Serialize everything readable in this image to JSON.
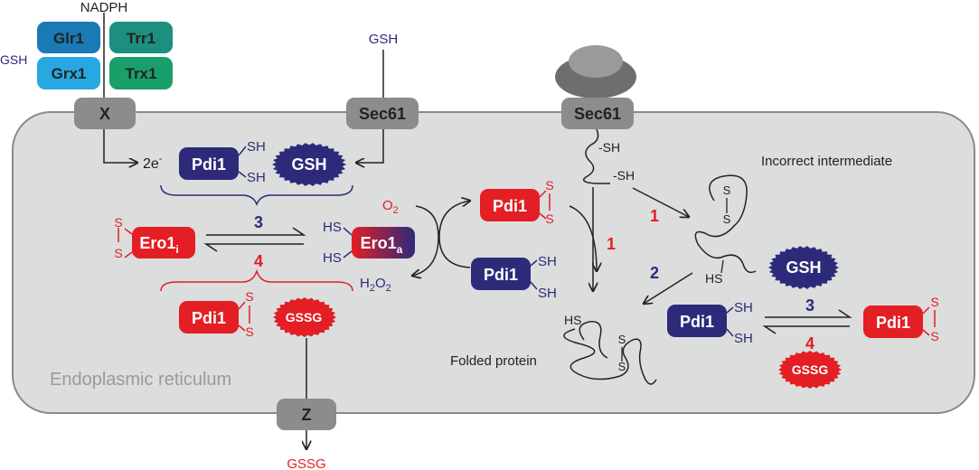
{
  "colors": {
    "red": "#e31e24",
    "navy": "#2e2a7a",
    "compartment": "#dcdddd",
    "channel": "#8c8c8c",
    "blue_dark": "#1a7ab5",
    "blue_light": "#27a8e0",
    "green_dark": "#1c8f7f",
    "green_light": "#19a06a",
    "ribosome": "#6e6e6e",
    "ero1a_gradient": [
      "#e31e24",
      "#2e2a7a"
    ]
  },
  "top_left": {
    "nadph": "NADPH",
    "gsh": "GSH",
    "glr1": "Glr1",
    "grx1": "Grx1",
    "trr1": "Trr1",
    "trx1": "Trx1"
  },
  "channels": {
    "x": "X",
    "sec61_left": "Sec61",
    "sec61_right": "Sec61",
    "z": "Z"
  },
  "labels": {
    "gsh_top": "GSH",
    "gssg_bottom": "GSSG",
    "compartment": "Endoplasmic reticulum",
    "two_e": "2e",
    "two_e_sup": "-",
    "o2_main": "O",
    "o2_sub": "2",
    "h2o2_h": "H",
    "h2o2_2a": "2",
    "h2o2_o": "O",
    "h2o2_2b": "2",
    "incorrect": "Incorrect intermediate",
    "folded": "Folded protein",
    "sh": "SH",
    "hs": "HS",
    "sh_dash": "-SH",
    "s": "S"
  },
  "proteins": {
    "pdi1": "Pdi1",
    "gsh": "GSH",
    "gssg": "GSSG",
    "ero1": "Ero1",
    "ero1_i": "i",
    "ero1_a": "a"
  },
  "reaction_numbers": {
    "n3_left": "3",
    "n4_left": "4",
    "n1_top": "1",
    "n1_mid": "1",
    "n2": "2",
    "n3_right": "3",
    "n4_right": "4"
  }
}
